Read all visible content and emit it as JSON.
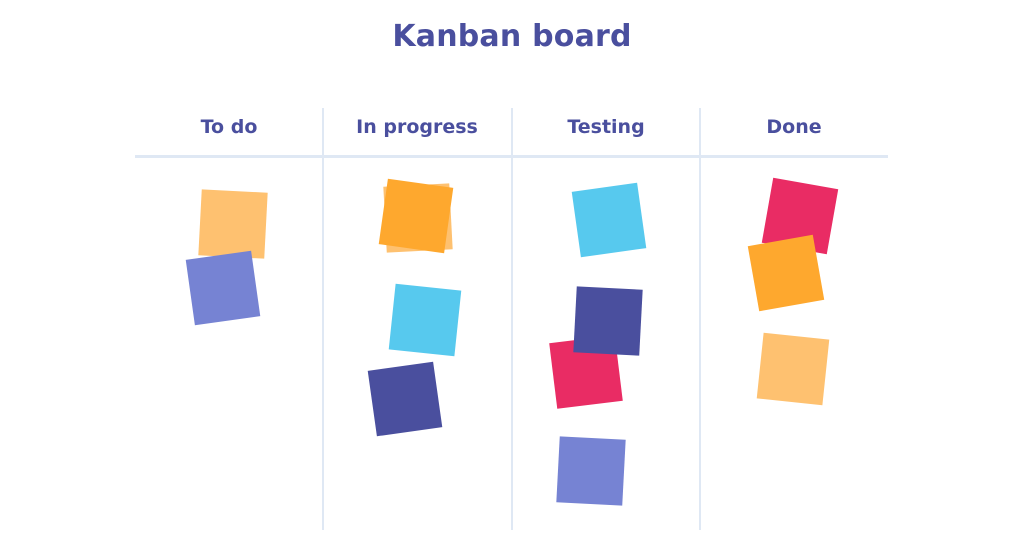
{
  "title": "Kanban board",
  "columns": [
    {
      "id": "todo",
      "label": "To do"
    },
    {
      "id": "in-progress",
      "label": "In progress"
    },
    {
      "id": "testing",
      "label": "Testing"
    },
    {
      "id": "done",
      "label": "Done"
    }
  ],
  "colors": {
    "title_text": "#4a4f9e",
    "divider": "#dfe8f4",
    "light_orange": "#fec170",
    "orange": "#fea82e",
    "periwinkle": "#7683d3",
    "sky_blue": "#57c9ee",
    "navy": "#4a4f9e",
    "crimson": "#e92c64"
  },
  "cards_per_column": {
    "todo": 2,
    "in-progress": 4,
    "testing": 4,
    "done": 3
  }
}
